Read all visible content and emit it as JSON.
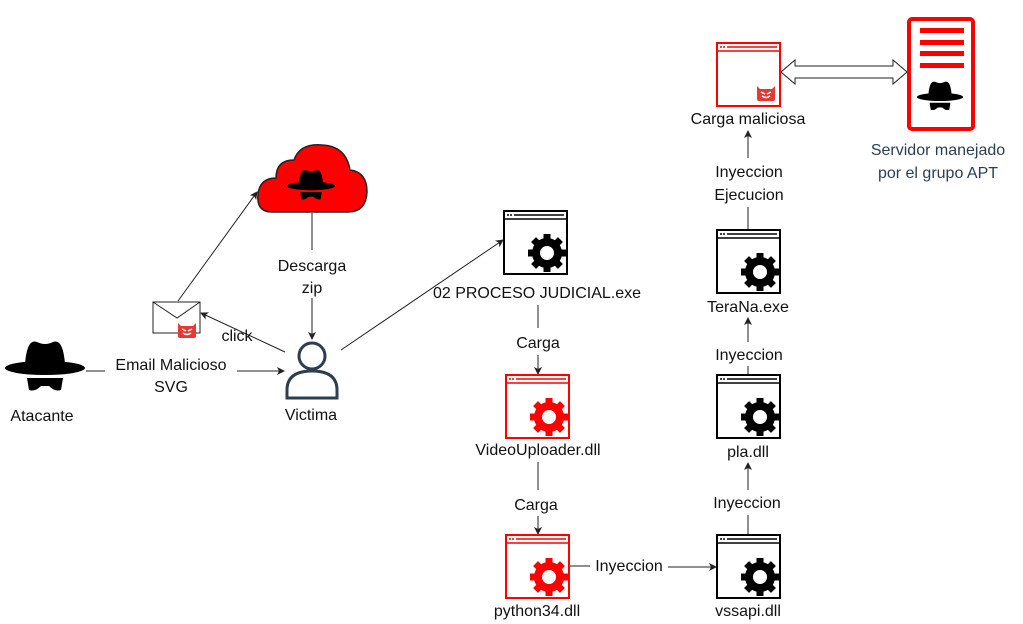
{
  "colors": {
    "malicious": "#ff0000",
    "benign": "#000000",
    "server_label": "#2c3e50"
  },
  "nodes": {
    "attacker": {
      "label": "Atacante",
      "icon": "spy-hat-icon"
    },
    "email": {
      "icon": "envelope-devil-icon"
    },
    "cloud": {
      "icon": "malicious-cloud-icon"
    },
    "victim": {
      "label": "Victima",
      "icon": "user-icon"
    },
    "exe": {
      "label": "02 PROCESO JUDICIAL.exe",
      "icon": "window-gear-icon"
    },
    "video": {
      "label": "VideoUploader.dll",
      "icon": "window-gear-icon"
    },
    "python": {
      "label": "python34.dll",
      "icon": "window-gear-icon"
    },
    "vssapi": {
      "label": "vssapi.dll",
      "icon": "window-gear-icon"
    },
    "pla": {
      "label": "pla.dll",
      "icon": "window-gear-icon"
    },
    "terana": {
      "label": "TeraNa.exe",
      "icon": "window-gear-icon"
    },
    "payload": {
      "label": "Carga maliciosa",
      "icon": "window-devil-icon"
    },
    "server": {
      "label_line1": "Servidor manejado",
      "label_line2": "por el grupo APT",
      "icon": "server-spy-icon"
    }
  },
  "edges": {
    "email_line1": "Email Malicioso",
    "email_line2": "SVG",
    "click": "click",
    "download_line1": "Descarga",
    "download_line2": "zip",
    "load1": "Carga",
    "load2": "Carga",
    "inject1": "Inyeccion",
    "inject2": "Inyeccion",
    "inject3": "Inyeccion",
    "inject_exec_line1": "Inyeccion",
    "inject_exec_line2": "Ejecucion"
  }
}
